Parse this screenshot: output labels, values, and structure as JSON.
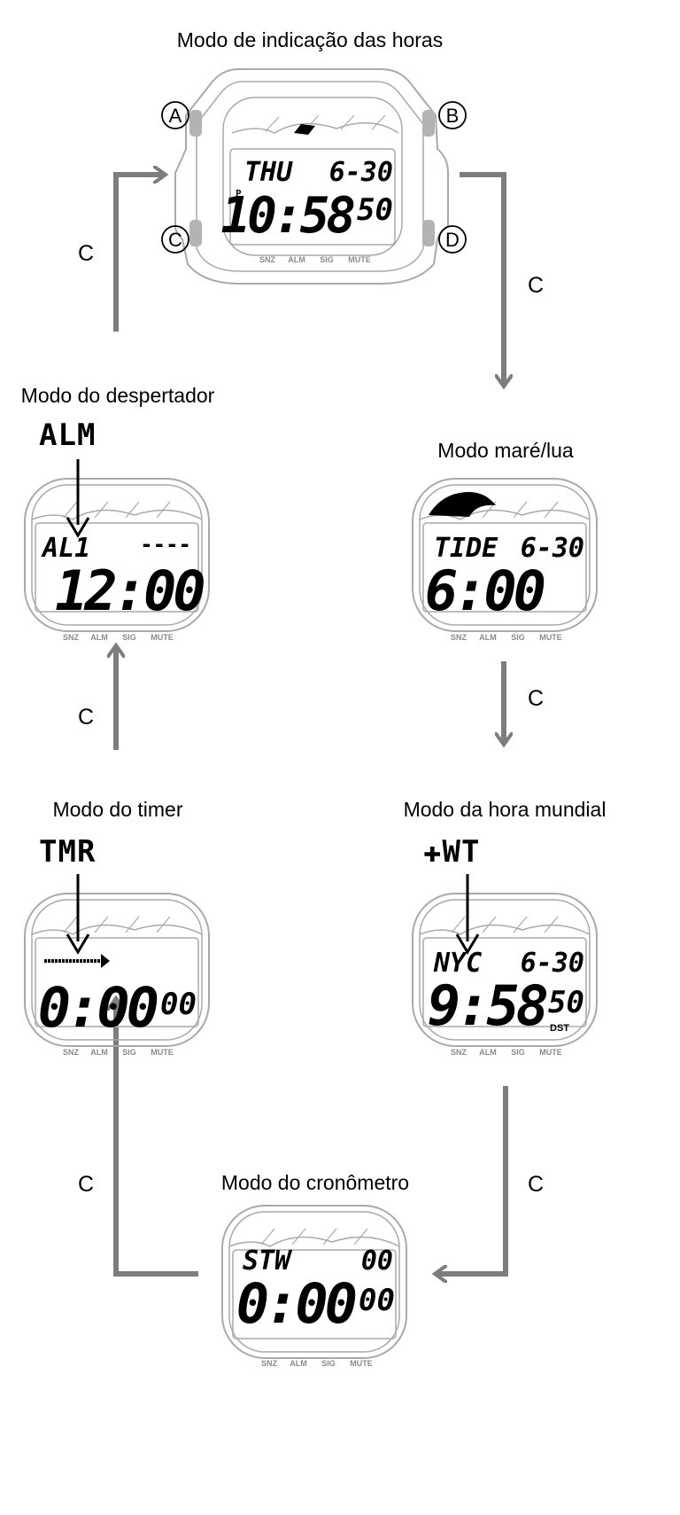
{
  "colors": {
    "arrow": "#7d7d7d",
    "outline": "#a9a9a9",
    "ink": "#000000",
    "button": "#b3b3b3"
  },
  "modes": {
    "timekeeping": {
      "title": "Modo de indicação das horas",
      "line1_left": "THU",
      "line1_right": "6-30",
      "pm": "P",
      "time": "10:58",
      "seconds": "50"
    },
    "alarm": {
      "title": "Modo do despertador",
      "indicator": "ALM",
      "line1_left": "AL1",
      "line1_right": "----",
      "time": "12:00"
    },
    "tide_moon": {
      "title": "Modo maré/lua",
      "line1_left": "TIDE",
      "line1_right": "6-30",
      "time": "6:00"
    },
    "timer": {
      "title": "Modo do timer",
      "indicator": "TMR",
      "time": "0:00",
      "seconds": "00"
    },
    "world_time": {
      "title": "Modo da hora mundial",
      "indicator": "✚WT",
      "line1_left": "NYC",
      "line1_right": "6-30",
      "time": "9:58",
      "seconds": "50",
      "dst": "DST"
    },
    "stopwatch": {
      "title": "Modo do cronômetro",
      "line1_left": "STW",
      "line1_right": "00",
      "time": "0:00",
      "seconds": "00"
    }
  },
  "buttons": {
    "a": "A",
    "b": "B",
    "c": "C",
    "d": "D"
  },
  "bottom_labels": [
    "SNZ",
    "ALM",
    "SIG",
    "MUTE"
  ],
  "arrow_label": "C"
}
